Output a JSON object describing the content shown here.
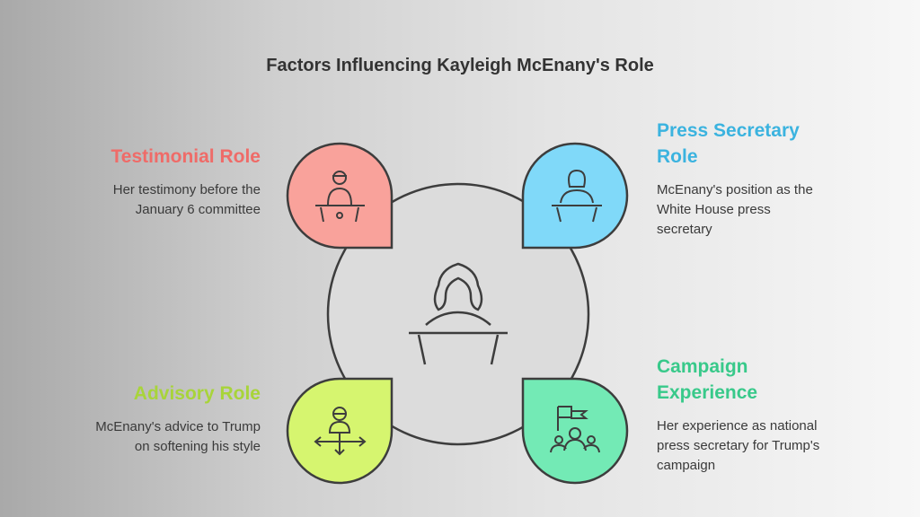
{
  "title": "Factors Influencing Kayleigh McEnany's Role",
  "colors": {
    "red": "#f9a29b",
    "blue": "#80d9f9",
    "lime": "#d6f56f",
    "green": "#73eab5",
    "stroke": "#3d3d3d"
  },
  "factors": [
    {
      "title": "Testimonial Role",
      "description": "Her testimony before the January 6 committee",
      "color": "#ef6b68",
      "icon": "testifying-person-icon"
    },
    {
      "title": "Press Secretary Role",
      "description": "McEnany's position as the White House press secretary",
      "color": "#3bb3df",
      "icon": "podium-speaker-icon"
    },
    {
      "title": "Advisory Role",
      "description": "McEnany's advice to Trump on softening his style",
      "color": "#a8d43a",
      "icon": "advisor-arrows-icon"
    },
    {
      "title": "Campaign Experience",
      "description": "Her experience as national press secretary for Trump's campaign",
      "color": "#38c98a",
      "icon": "flag-crowd-icon"
    }
  ]
}
